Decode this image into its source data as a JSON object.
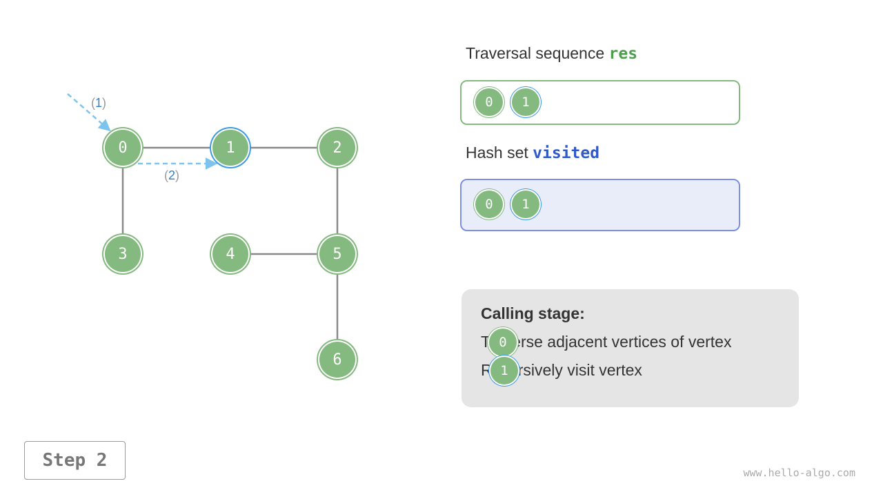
{
  "graph": {
    "vertices": [
      {
        "id": "0",
        "label": "0",
        "highlight": false
      },
      {
        "id": "1",
        "label": "1",
        "highlight": true
      },
      {
        "id": "2",
        "label": "2",
        "highlight": false
      },
      {
        "id": "3",
        "label": "3",
        "highlight": false
      },
      {
        "id": "4",
        "label": "4",
        "highlight": false
      },
      {
        "id": "5",
        "label": "5",
        "highlight": false
      },
      {
        "id": "6",
        "label": "6",
        "highlight": false
      }
    ],
    "edges": [
      [
        "0",
        "1"
      ],
      [
        "1",
        "2"
      ],
      [
        "0",
        "3"
      ],
      [
        "2",
        "5"
      ],
      [
        "4",
        "5"
      ],
      [
        "5",
        "6"
      ]
    ],
    "arrows": [
      {
        "label_open": "(",
        "label_num": "1",
        "label_close": ")",
        "to": "0"
      },
      {
        "label_open": "(",
        "label_num": "2",
        "label_close": ")",
        "from": "0",
        "to": "1"
      }
    ]
  },
  "res": {
    "title_prefix": "Traversal sequence ",
    "title_keyword": "res",
    "items": [
      {
        "label": "0",
        "highlight": false
      },
      {
        "label": "1",
        "highlight": true
      }
    ]
  },
  "visited": {
    "title_prefix": "Hash set ",
    "title_keyword": "visited",
    "items": [
      {
        "label": "0",
        "highlight": false
      },
      {
        "label": "1",
        "highlight": true
      }
    ]
  },
  "info": {
    "heading": "Calling stage:",
    "line1_text": "Traverse adjacent vertices of vertex",
    "line1_vertex": "0",
    "line2_text": "Recursively visit vertex",
    "line2_vertex": "1"
  },
  "step_label": "Step 2",
  "watermark": "www.hello-algo.com",
  "colors": {
    "node_fill": "#84b97f",
    "highlight_ring": "#3b9be3",
    "edge": "#888888",
    "arrow": "#7ec3ee",
    "res_border": "#84b97f",
    "visited_border": "#7c8fe0",
    "visited_fill": "#e9edfa"
  }
}
